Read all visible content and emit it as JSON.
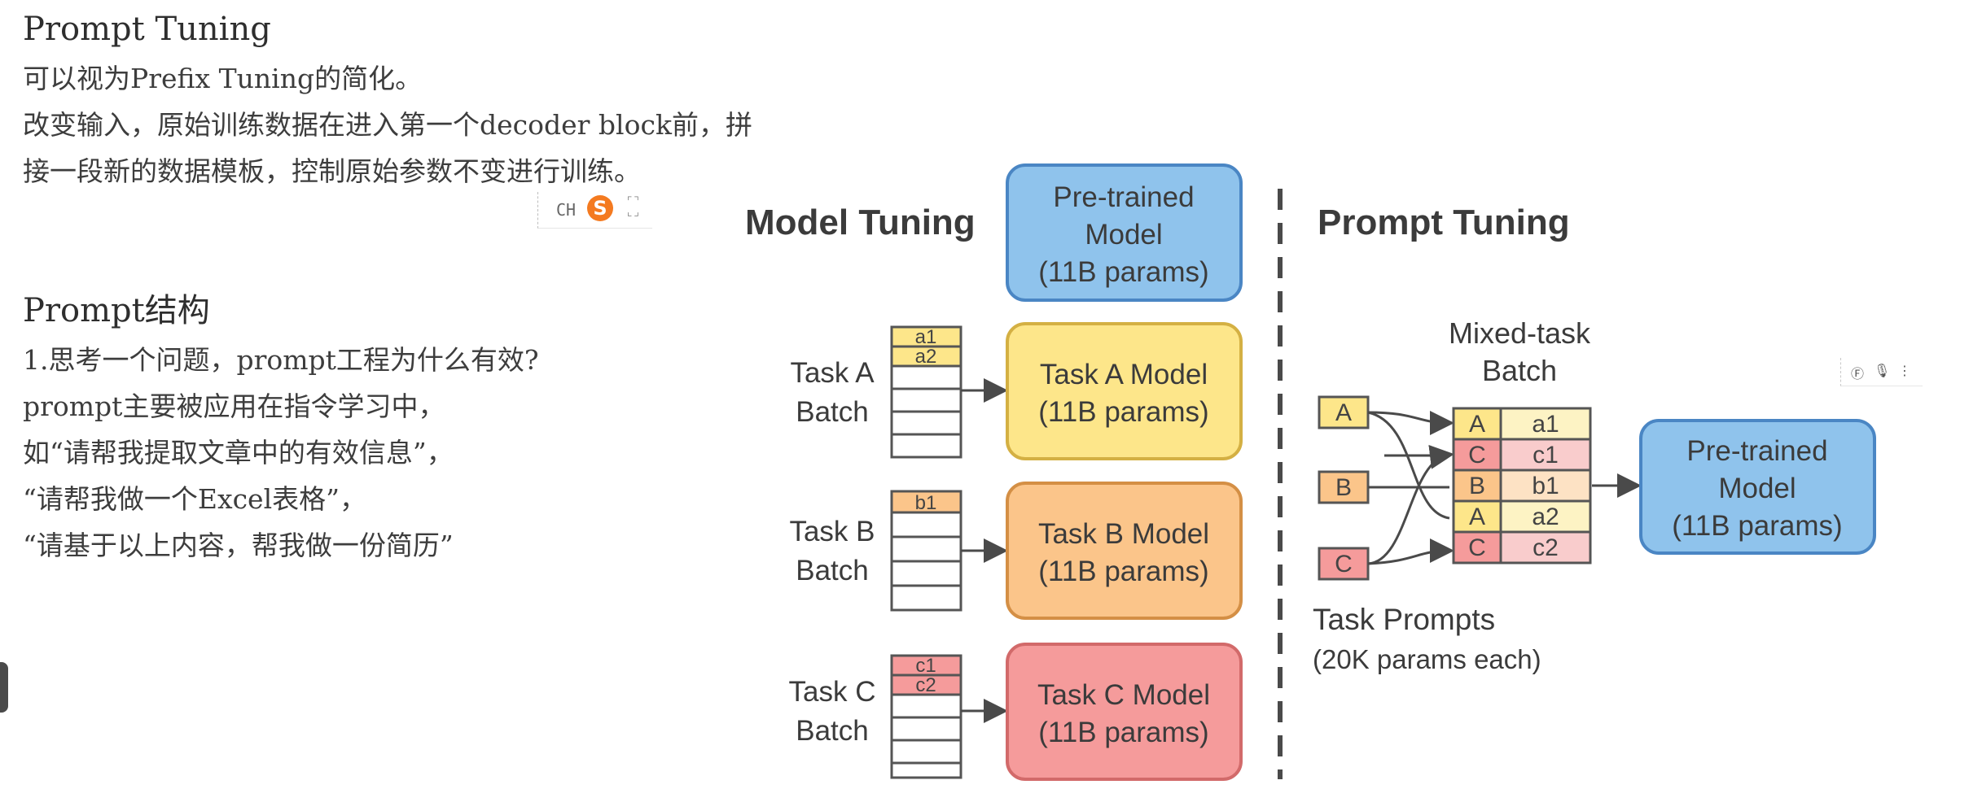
{
  "notes": {
    "section1": {
      "title": "Prompt Tuning",
      "lines": [
        "可以视为Prefix Tuning的简化。",
        "改变输入，原始训练数据在进入第一个decoder block前，拼",
        "接一段新的数据模板，控制原始参数不变进行训练。"
      ]
    },
    "section2": {
      "title": "Prompt结构",
      "lines": [
        "1.思考一个问题，prompt工程为什么有效?",
        "prompt主要被应用在指令学习中，",
        "如“请帮我提取文章中的有效信息”，",
        "“请帮我做一个Excel表格”，",
        "“请基于以上内容，帮我做一份简历”"
      ]
    }
  },
  "ime_toolbar": {
    "lang": "CH",
    "logo": "S",
    "icons": [
      "sogou-logo-icon",
      "fullscreen-icon"
    ]
  },
  "ime_toolbar2": {
    "icons": [
      "fly-icon",
      "microphone-icon",
      "more-icon"
    ]
  },
  "diagram": {
    "left_heading": "Model Tuning",
    "right_heading": "Prompt Tuning",
    "pretrained_top": [
      "Pre-trained",
      "Model",
      "(11B params)"
    ],
    "tasks": [
      {
        "label": [
          "Task A",
          "Batch"
        ],
        "cells": [
          "a1",
          "a2"
        ],
        "model": [
          "Task A Model",
          "(11B params)"
        ],
        "color": "#fde68a"
      },
      {
        "label": [
          "Task B",
          "Batch"
        ],
        "cells": [
          "b1"
        ],
        "model": [
          "Task B Model",
          "(11B params)"
        ],
        "color": "#fbc58a"
      },
      {
        "label": [
          "Task C",
          "Batch"
        ],
        "cells": [
          "c1",
          "c2"
        ],
        "model": [
          "Task C Model",
          "(11B params)"
        ],
        "color": "#f59b9b"
      }
    ],
    "mixed_heading": [
      "Mixed-task",
      "Batch"
    ],
    "prompts": [
      "A",
      "B",
      "C"
    ],
    "mixed_rows": [
      {
        "prompt": "A",
        "data": "a1"
      },
      {
        "prompt": "C",
        "data": "c1"
      },
      {
        "prompt": "B",
        "data": "b1"
      },
      {
        "prompt": "A",
        "data": "a2"
      },
      {
        "prompt": "C",
        "data": "c2"
      }
    ],
    "task_prompts_label": [
      "Task Prompts",
      "(20K params each)"
    ],
    "pretrained_right": [
      "Pre-trained",
      "Model",
      "(11B params)"
    ],
    "colors": {
      "blue": "#8fc3ec",
      "blue_stroke": "#4a86c4",
      "A": "#fde68a",
      "B": "#fbc58a",
      "C": "#f59b9b",
      "A_light": "#fdf3c4",
      "B_light": "#fde2c4",
      "C_light": "#f9cccc"
    }
  }
}
